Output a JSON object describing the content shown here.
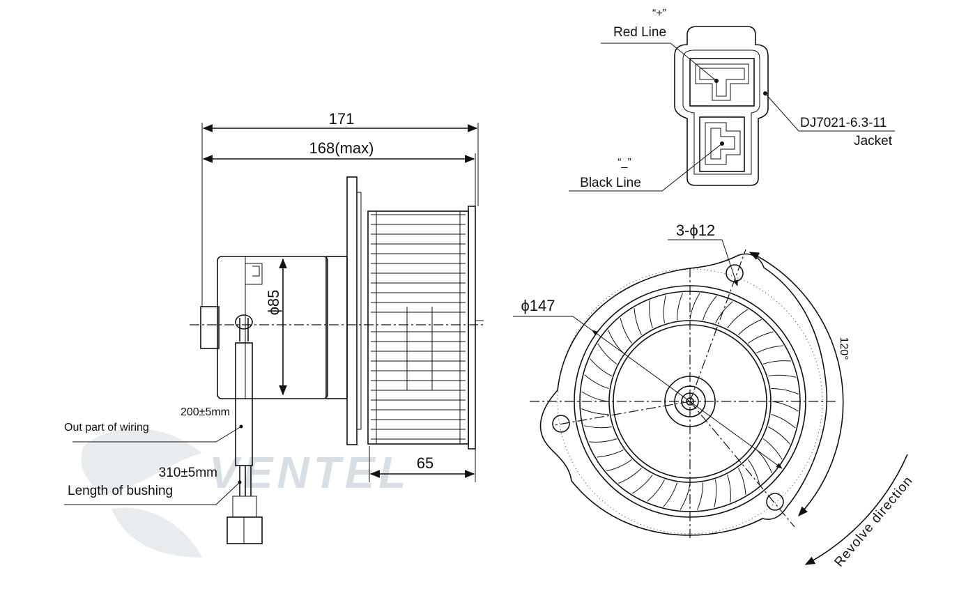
{
  "watermark": {
    "text": "VENTEL"
  },
  "side_view": {
    "overall_length": "171",
    "max_length": "168(max)",
    "motor_diameter": "ϕ85",
    "wheel_depth": "65",
    "wiring_length": "200±5mm",
    "wiring_caption": "Out part of wiring",
    "bushing_length": "310±5mm",
    "bushing_caption": "Length of bushing"
  },
  "connector": {
    "plus_mark": "“+”",
    "plus_label": "Red Line",
    "minus_mark": "“_”",
    "minus_label": "Black Line",
    "model": "DJ7021-6.3-11",
    "model_caption": "Jacket"
  },
  "front_view": {
    "mount_holes": "3-ϕ12",
    "outer_diameter": "ϕ147",
    "hole_angle": "120°",
    "rotation": "Revolve direction"
  }
}
